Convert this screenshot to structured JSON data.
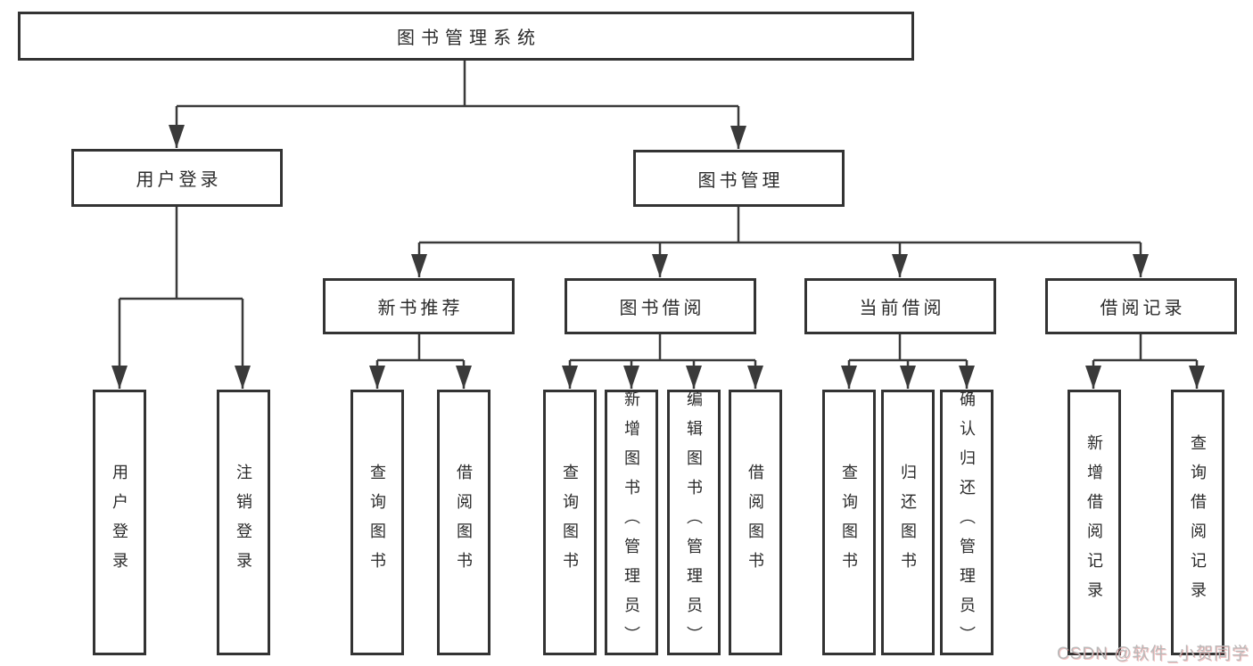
{
  "diagram": {
    "title": "图书管理系统",
    "level2": {
      "user_login": "用户登录",
      "book_mgmt": "图书管理"
    },
    "level3": {
      "new_book": "新书推荐",
      "borrow": "图书借阅",
      "current": "当前借阅",
      "records": "借阅记录"
    },
    "leaves": {
      "user_login": [
        "用户登录",
        "注销登录"
      ],
      "new_book": [
        "查询图书",
        "借阅图书"
      ],
      "borrow": [
        "查询图书",
        "新增图书（管理员）",
        "编辑图书（管理员）",
        "借阅图书"
      ],
      "current": [
        "查询图书",
        "归还图书",
        "确认归还（管理员）"
      ],
      "records": [
        "新增借阅记录",
        "查询借阅记录"
      ]
    },
    "watermark": "CSDN @软件_小贺同学",
    "colors": {
      "line": "#3a3a3a",
      "box_border": "#333333",
      "text": "#2b2b2b",
      "background": "#ffffff",
      "watermark": "#b9b9b9"
    }
  }
}
